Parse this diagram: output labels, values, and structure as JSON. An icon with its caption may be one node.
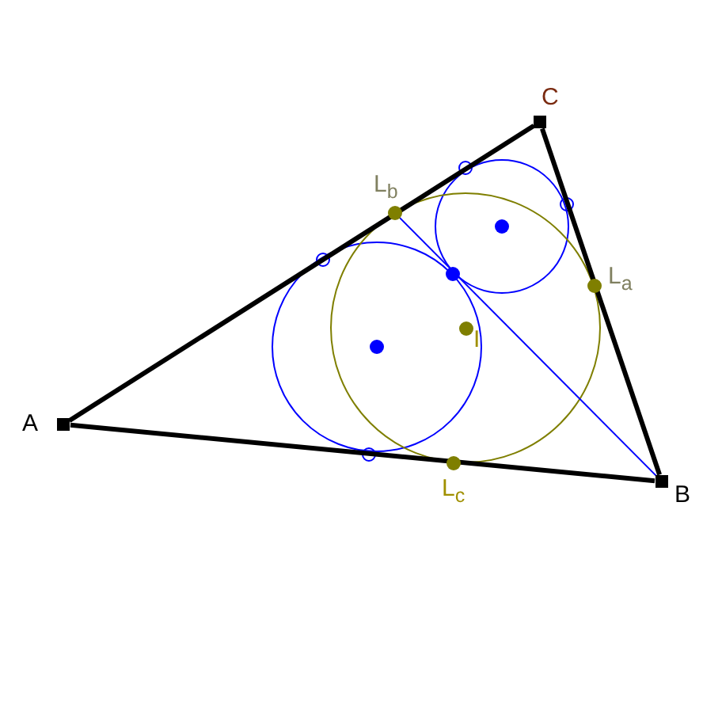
{
  "diagram": {
    "nodes": [
      {
        "text": [],
        "shape": "box",
        "beside": [
          "A"
        ]
      },
      {
        "text": [],
        "shape": "box",
        "beside": [
          "B"
        ]
      },
      {
        "text": [],
        "shape": "box",
        "beside": [
          "C"
        ]
      },
      {
        "text": [],
        "shape": "circle",
        "beside": [
          "L$_{b}$"
        ]
      },
      {
        "text": [],
        "shape": "circle",
        "beside": [
          "L$_{a}$"
        ]
      },
      {
        "text": [],
        "shape": "circle",
        "beside": [
          "L$_{c}$"
        ]
      },
      {
        "text": [],
        "shape": "circle",
        "beside": [
          "I"
        ]
      }
    ],
    "edges": [
      {
        "from": 0,
        "to": 2,
        "arrow": "none"
      },
      {
        "from": 2,
        "to": 1,
        "arrow": "none"
      },
      {
        "from": 0,
        "to": 1,
        "arrow": "none"
      },
      {
        "from": 3,
        "to": 1,
        "arrow": "none",
        "color": "#0000ff"
      }
    ]
  }
}
